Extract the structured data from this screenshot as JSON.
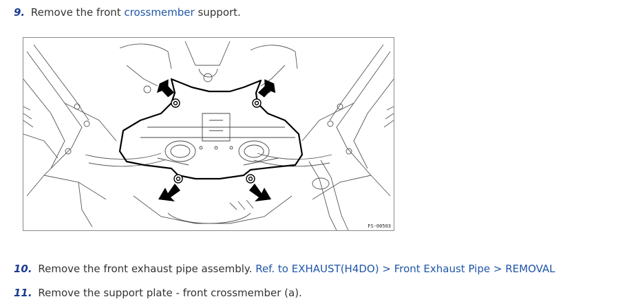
{
  "steps": [
    {
      "number": "9.",
      "text_before": "Remove the front",
      "link": "crossmember",
      "text_after": "support."
    },
    {
      "number": "10.",
      "text": "Remove the front exhaust pipe assembly.",
      "ref_links": [
        "Ref. to EXHAUST(H4DO)",
        "Front Exhaust Pipe",
        "REMOVAL"
      ],
      "separator": ">"
    },
    {
      "number": "11.",
      "text": "Remove the support plate - front crossmember (a)."
    }
  ],
  "figure": {
    "code": "FS-00503",
    "arrow_icon": "black-arrow-icon",
    "bolt_icon": "bolt-icon"
  },
  "colors": {
    "step_number": "#1a3a8f",
    "link": "#1f55a8",
    "text": "#333333"
  }
}
